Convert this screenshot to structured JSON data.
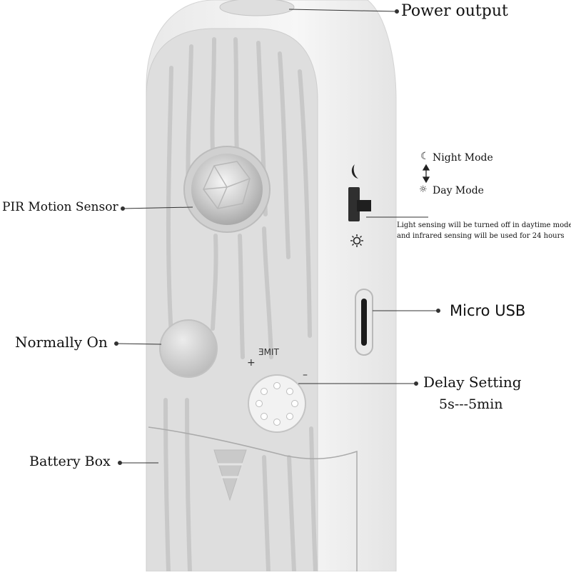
{
  "labels": {
    "power_output": "Power output",
    "pir_motion_sensor": "PIR Motion Sensor",
    "normally_on": "Normally On",
    "battery_box": "Battery Box",
    "night_mode": "Night Mode",
    "day_mode": "Day Mode",
    "light_sensing_note_line1": "Light sensing will be turned off in daytime mode",
    "light_sensing_note_line2": "and infrared sensing will be used for 24 hours",
    "micro_usb": "Micro USB",
    "delay_setting": "Delay Setting",
    "delay_range": "5s---5min",
    "time_dial_label": "TIME",
    "time_plus": "+",
    "time_minus": "–"
  },
  "colors": {
    "device_body": "#f3f3f3",
    "device_face": "#dcdcdc",
    "groove": "#c9c9c9",
    "leader_line": "#333333"
  }
}
